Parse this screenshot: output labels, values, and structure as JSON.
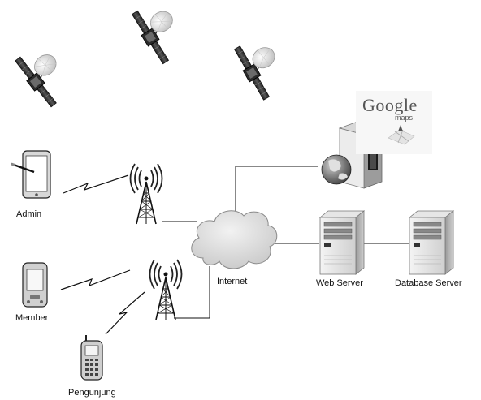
{
  "labels": {
    "admin": "Admin",
    "member": "Member",
    "pengunjung": "Pengunjung",
    "internet": "Internet",
    "web_server": "Web Server",
    "database_server": "Database Server"
  },
  "google_maps": {
    "logo": "Google",
    "sub": "maps"
  },
  "icons": [
    "satellite-icon",
    "tablet-icon",
    "pda-icon",
    "cellphone-icon",
    "radio-tower-icon",
    "cloud-icon",
    "globe-server-icon",
    "server-icon",
    "google-maps-logo"
  ]
}
